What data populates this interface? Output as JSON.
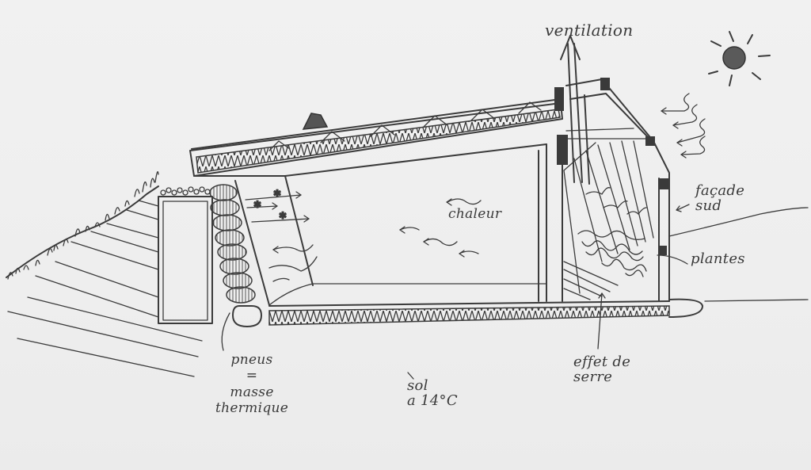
{
  "diagram": {
    "title": "Earthship bioclimatic house sketch",
    "colors": {
      "ink": "#3b3b3b",
      "paper": "#efefef",
      "sun": "#5a5a5a"
    },
    "labels": {
      "ventilation": "ventilation",
      "facade_sud": "façade\nsud",
      "plantes": "plantes",
      "chaleur": "chaleur",
      "pneus": "pneus\n=\nmasse\nthermique",
      "sol": "sol\na 14°C",
      "effet_de_serre": "effet de\nserre"
    },
    "elements": [
      {
        "id": "sun",
        "icon": "sun-icon"
      },
      {
        "id": "roof",
        "type": "insulated-truss-roof"
      },
      {
        "id": "tire-wall",
        "type": "rammed-earth-tires"
      },
      {
        "id": "earth-berm",
        "type": "hillside"
      },
      {
        "id": "greenhouse",
        "type": "south-facing-glazing"
      },
      {
        "id": "floor",
        "type": "insulated-slab"
      }
    ]
  }
}
